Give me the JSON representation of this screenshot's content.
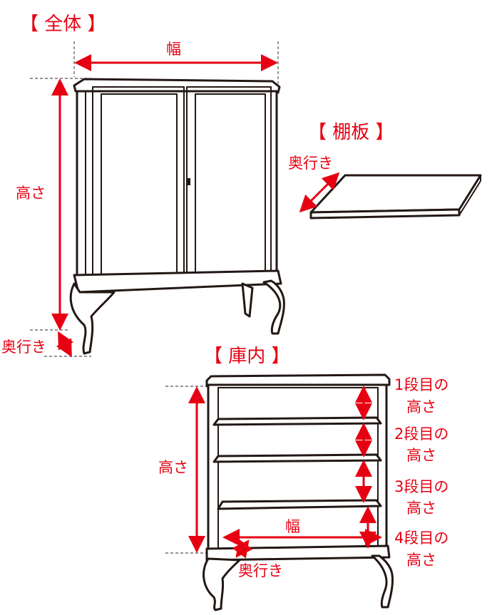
{
  "sections": {
    "overall": {
      "title": "【 全体 】",
      "width_label": "幅",
      "height_label": "高さ",
      "depth_label": "奥行き"
    },
    "shelf": {
      "title": "【 棚板 】",
      "depth_label": "奥行き"
    },
    "interior": {
      "title": "【 庫内 】",
      "height_label": "高さ",
      "width_label": "幅",
      "depth_label": "奥行き",
      "tiers": [
        {
          "line1": "1段目の",
          "line2": "高さ"
        },
        {
          "line1": "2段目の",
          "line2": "高さ"
        },
        {
          "line1": "3段目の",
          "line2": "高さ"
        },
        {
          "line1": "4段目の",
          "line2": "高さ"
        }
      ]
    }
  },
  "colors": {
    "annotation": "#e60012",
    "ink": "#231815",
    "guide": "#555555"
  }
}
